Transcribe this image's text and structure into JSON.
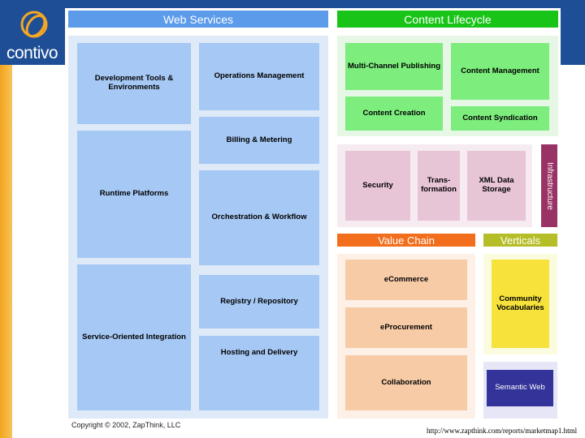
{
  "logo": {
    "text": "contivo"
  },
  "web_services": {
    "title": "Web Services",
    "items": [
      "Development Tools & Environments",
      "Operations Management",
      "Billing & Metering",
      "Runtime Platforms",
      "Orchestration & Workflow",
      "Registry / Repository",
      "Service-Oriented Integration",
      "Hosting and Delivery"
    ]
  },
  "content_lifecycle": {
    "title": "Content Lifecycle",
    "items": [
      "Multi-Channel Publishing",
      "Content Management",
      "Content Creation",
      "Content Syndication"
    ]
  },
  "infrastructure": {
    "title": "Infrastructure",
    "items": [
      "Security",
      "Trans-formation",
      "XML Data Storage"
    ]
  },
  "value_chain": {
    "title": "Value Chain",
    "items": [
      "eCommerce",
      "eProcurement",
      "Collaboration"
    ]
  },
  "verticals": {
    "title": "Verticals",
    "items": [
      "Community Vocabularies",
      "Semantic Web"
    ]
  },
  "footer": {
    "copyright": "Copyright © 2002, ZapThink, LLC",
    "url": "http://www.zapthink.com/reports/marketmap1.html"
  },
  "colors": {
    "frame_blue": "#1e4f96",
    "web_services": "#5b9bea",
    "content_lifecycle": "#18c418",
    "infrastructure": "#993366",
    "value_chain": "#f26e1c",
    "verticals": "#b5bd28",
    "semantic_web": "#33339a"
  }
}
